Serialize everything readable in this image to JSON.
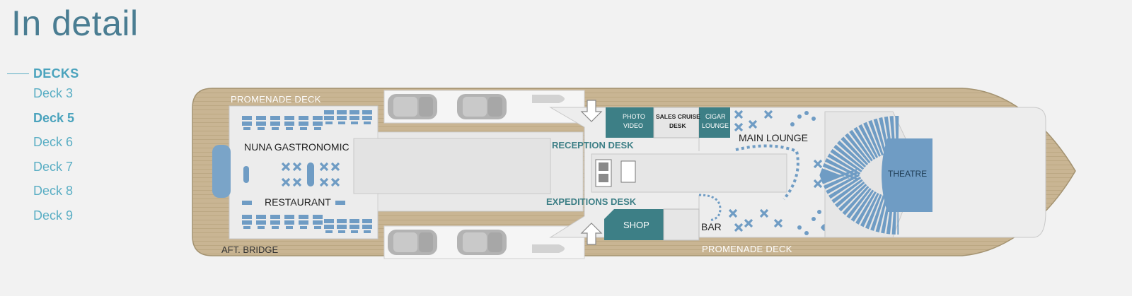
{
  "page": {
    "title": "In detail"
  },
  "nav": {
    "heading": "DECKS",
    "items": [
      {
        "label": "Deck 3",
        "active": false
      },
      {
        "label": "Deck 5",
        "active": true
      },
      {
        "label": "Deck 6",
        "active": false
      },
      {
        "label": "Deck 7",
        "active": false
      },
      {
        "label": "Deck 8",
        "active": false
      },
      {
        "label": "Deck 9",
        "active": false
      }
    ]
  },
  "plan": {
    "promenade_deck_top": "PROMENADE DECK",
    "promenade_deck_bottom": "PROMENADE DECK",
    "aft_bridge": "AFT. BRIDGE",
    "restaurant_name": "NUNA GASTRONOMIC",
    "restaurant": "RESTAURANT",
    "reception_desk": "RECEPTION DESK",
    "expeditions_desk": "EXPEDITIONS DESK",
    "photo_video_line1": "PHOTO",
    "photo_video_line2": "VIDEO",
    "sales_cruise_line1": "SALES CRUISE",
    "sales_cruise_line2": "DESK",
    "cigar_lounge_line1": "CIGAR",
    "cigar_lounge_line2": "LOUNGE",
    "main_lounge": "MAIN LOUNGE",
    "theatre": "THEATRE",
    "shop": "SHOP",
    "bar": "BAR"
  },
  "colors": {
    "accent": "#4aa3bd",
    "title": "#4a7d92",
    "teal_room": "#3d7f86",
    "furniture": "#6f9cc4",
    "deck_wood": "#c7b391",
    "floor": "#e3e3e3"
  }
}
